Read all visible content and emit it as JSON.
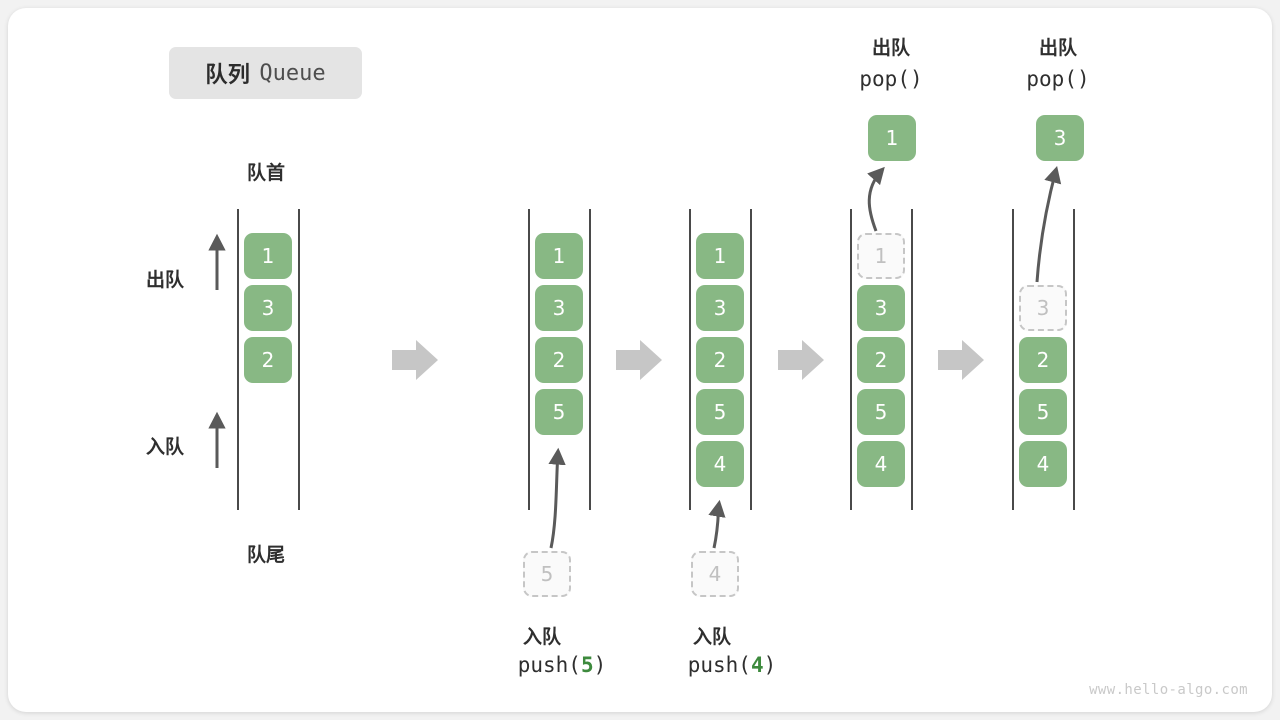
{
  "title": {
    "cn": "队列",
    "en": "Queue"
  },
  "labels": {
    "head": "队首",
    "tail": "队尾",
    "dequeue": "出队",
    "enqueue": "入队"
  },
  "watermark": "www.hello-algo.com",
  "colors": {
    "cell_fill": "#88b884",
    "cell_text": "#ffffff",
    "ghost_border": "#c6c6c6",
    "ghost_text": "#c0c0c0",
    "rail": "#4a4a4a",
    "arrow_gray": "#5a5a5a",
    "step_arrow": "#c6c6c6",
    "accent_green": "#3d8a3d",
    "chip_bg": "#e4e4e4",
    "card_bg": "#ffffff",
    "page_bg": "#f2f2f2"
  },
  "columns": [
    {
      "id": "initial",
      "caption_cn": "",
      "caption_code": "",
      "cells": [
        {
          "value": "1",
          "state": "filled"
        },
        {
          "value": "3",
          "state": "filled"
        },
        {
          "value": "2",
          "state": "filled"
        }
      ]
    },
    {
      "id": "push-5",
      "caption_cn": "入队",
      "caption_code": "push(5)",
      "caption_code_prefix": "push(",
      "caption_code_num": "5",
      "caption_code_suffix": ")",
      "incoming_value": "5",
      "cells": [
        {
          "value": "1",
          "state": "filled"
        },
        {
          "value": "3",
          "state": "filled"
        },
        {
          "value": "2",
          "state": "filled"
        },
        {
          "value": "5",
          "state": "filled"
        }
      ]
    },
    {
      "id": "push-4",
      "caption_cn": "入队",
      "caption_code": "push(4)",
      "caption_code_prefix": "push(",
      "caption_code_num": "4",
      "caption_code_suffix": ")",
      "incoming_value": "4",
      "cells": [
        {
          "value": "1",
          "state": "filled"
        },
        {
          "value": "3",
          "state": "filled"
        },
        {
          "value": "2",
          "state": "filled"
        },
        {
          "value": "5",
          "state": "filled"
        },
        {
          "value": "4",
          "state": "filled"
        }
      ]
    },
    {
      "id": "pop-1",
      "caption_cn": "出队",
      "caption_code": "pop()",
      "popped_value": "1",
      "cells": [
        {
          "value": "1",
          "state": "ghost"
        },
        {
          "value": "3",
          "state": "filled"
        },
        {
          "value": "2",
          "state": "filled"
        },
        {
          "value": "5",
          "state": "filled"
        },
        {
          "value": "4",
          "state": "filled"
        }
      ]
    },
    {
      "id": "pop-3",
      "caption_cn": "出队",
      "caption_code": "pop()",
      "popped_value": "3",
      "cells": [
        {
          "value": "3",
          "state": "ghost"
        },
        {
          "value": "2",
          "state": "filled"
        },
        {
          "value": "5",
          "state": "filled"
        },
        {
          "value": "4",
          "state": "filled"
        }
      ]
    }
  ],
  "step_arrows": 4
}
